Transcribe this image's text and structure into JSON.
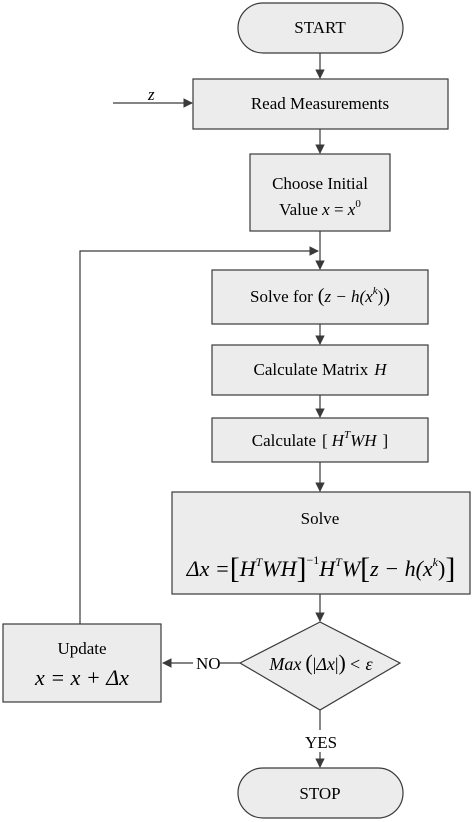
{
  "flowchart": {
    "start": "START",
    "input_var": "z",
    "read": "Read Measurements",
    "choose_line1": "Choose Initial",
    "choose_line2_prefix": "Value ",
    "choose_var": "x",
    "choose_eq": " = ",
    "choose_x0": "x",
    "choose_sup": "0",
    "solve_for_label": "Solve for",
    "solve_for_expr": "z − h(x",
    "solve_for_sup": "k",
    "solve_for_close": ")",
    "calc_matrix_label": "Calculate Matrix",
    "calc_matrix_var": "H",
    "calculate_label": "Calculate",
    "calculate_expr_H": "H",
    "calculate_expr_sup": "T",
    "calculate_expr_WH": "WH",
    "solve_title": "Solve",
    "solve_eq_lhs": "Δx =",
    "solve_eq_H": "H",
    "solve_eq_T1": "T",
    "solve_eq_WH": "WH",
    "solve_eq_inv": "−1",
    "solve_eq_H2": "H",
    "solve_eq_T2": "T",
    "solve_eq_W": "W",
    "solve_eq_z": "z − h(x",
    "solve_eq_k": "k",
    "decision_max": "Max",
    "decision_abs": "Δx",
    "decision_cmp": "< ε",
    "no_label": "NO",
    "yes_label": "YES",
    "update_title": "Update",
    "update_expr": "x = x + Δx",
    "stop": "STOP"
  }
}
